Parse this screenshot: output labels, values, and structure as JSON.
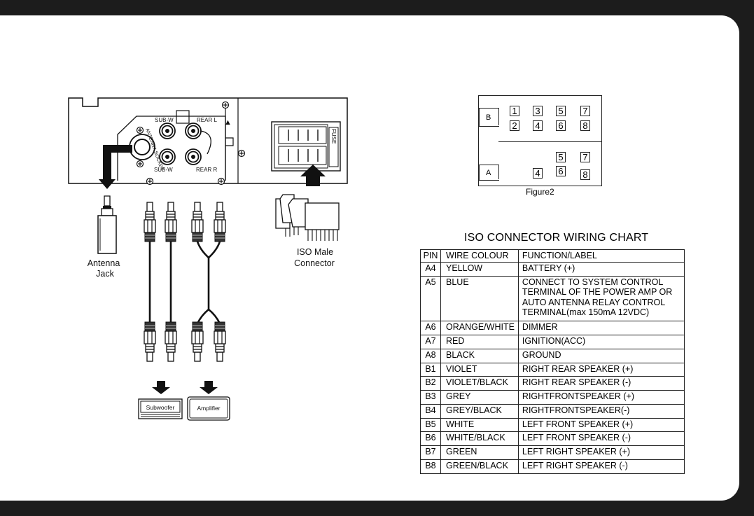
{
  "wiring_diagram": {
    "panel_labels": {
      "sub_w_top": "SUB-W",
      "sub_w_bottom": "SUB-W",
      "rear_l": "REAR L",
      "rear_r": "REAR R",
      "antenna_socket": "ANTENNA SOCKET",
      "fuse": "FUSE"
    },
    "antenna_jack_label": [
      "Antenna",
      "Jack"
    ],
    "iso_male_connector_label": [
      "ISO Male",
      "Connector"
    ],
    "subwoofer_label": "Subwoofer",
    "amplifier_label": "Amplifier"
  },
  "figure2": {
    "caption": "Figure2",
    "row_b_label": "B",
    "row_a_label": "A",
    "b_pins": [
      "1",
      "2",
      "3",
      "4",
      "5",
      "6",
      "7",
      "8"
    ],
    "a_pins": [
      "4",
      "5",
      "6",
      "7",
      "8"
    ]
  },
  "wiring_chart": {
    "title": "ISO CONNECTOR WIRING CHART",
    "headers": [
      "PIN",
      "WIRE COLOUR",
      "FUNCTION/LABEL"
    ],
    "rows": [
      {
        "pin": "A4",
        "colour": "YELLOW",
        "function": "BATTERY (+)"
      },
      {
        "pin": "A5",
        "colour": "BLUE",
        "function": "CONNECT TO SYSTEM CONTROL\nTERMINAL OF THE POWER AMP OR\nAUTO ANTENNA RELAY CONTROL\nTERMINAL(max 150mA 12VDC)"
      },
      {
        "pin": "A6",
        "colour": "ORANGE/WHITE",
        "function": "DIMMER"
      },
      {
        "pin": "A7",
        "colour": "RED",
        "function": "IGNITION(ACC)"
      },
      {
        "pin": "A8",
        "colour": "BLACK",
        "function": "GROUND"
      },
      {
        "pin": "B1",
        "colour": "VIOLET",
        "function": "RIGHT REAR SPEAKER (+)"
      },
      {
        "pin": "B2",
        "colour": "VIOLET/BLACK",
        "function": "RIGHT REAR SPEAKER (-)"
      },
      {
        "pin": "B3",
        "colour": "GREY",
        "function": "RIGHTFRONTSPEAKER (+)"
      },
      {
        "pin": "B4",
        "colour": "GREY/BLACK",
        "function": "RIGHTFRONTSPEAKER(-)"
      },
      {
        "pin": "B5",
        "colour": "WHITE",
        "function": "LEFT FRONT SPEAKER (+)"
      },
      {
        "pin": "B6",
        "colour": "WHITE/BLACK",
        "function": "LEFT FRONT SPEAKER (-)"
      },
      {
        "pin": "B7",
        "colour": "GREEN",
        "function": "LEFT RIGHT SPEAKER (+)"
      },
      {
        "pin": "B8",
        "colour": "GREEN/BLACK",
        "function": "LEFT RIGHT SPEAKER (-)"
      }
    ]
  }
}
